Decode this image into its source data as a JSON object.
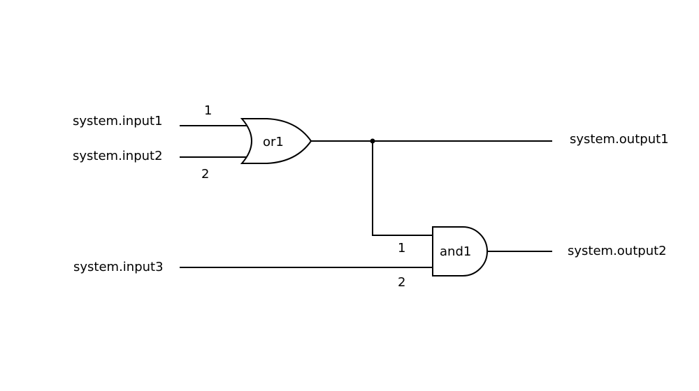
{
  "inputs": {
    "in1": "system.input1",
    "in2": "system.input2",
    "in3": "system.input3"
  },
  "outputs": {
    "out1": "system.output1",
    "out2": "system.output2"
  },
  "gates": {
    "or_gate": {
      "name": "or1",
      "pin1": "1",
      "pin2": "2"
    },
    "and_gate": {
      "name": "and1",
      "pin1": "1",
      "pin2": "2"
    }
  }
}
